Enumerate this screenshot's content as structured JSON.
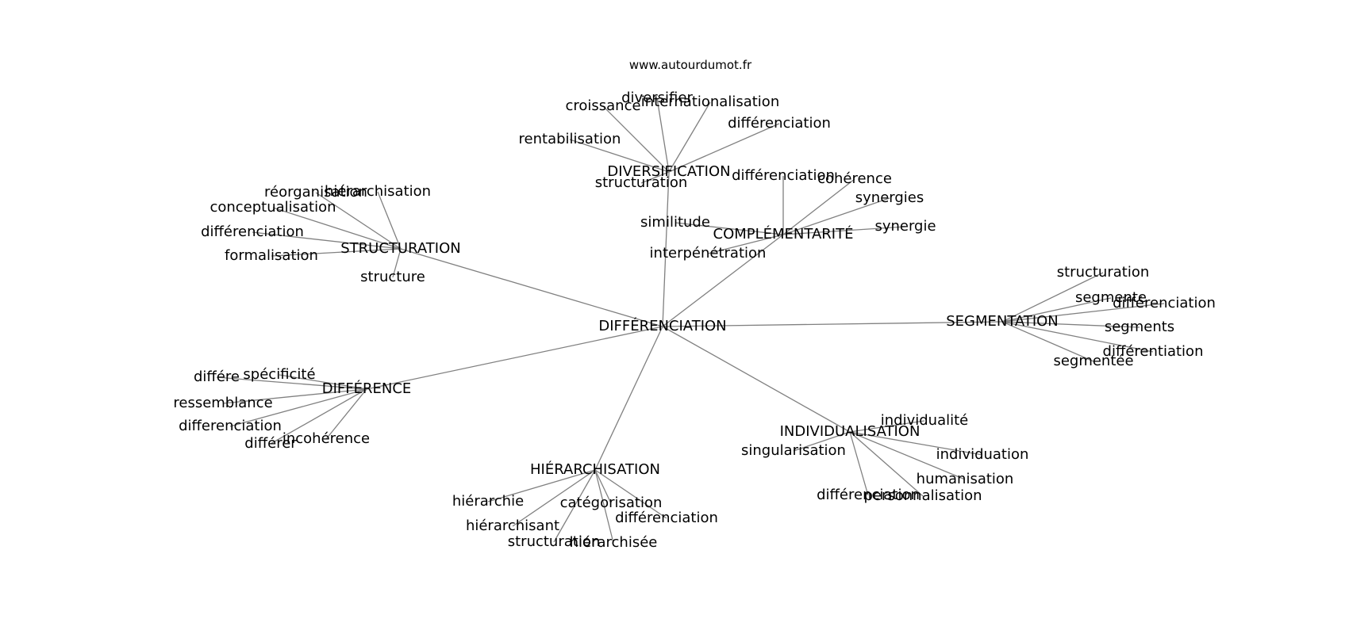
{
  "title": "www.autourdumot.fr",
  "center": "DIFFÉRENCIATION",
  "hubs": [
    {
      "id": "diversification",
      "label": "DIVERSIFICATION",
      "leaves": [
        "croissance",
        "diversifier",
        "internationalisation",
        "différenciation",
        "rentabilisation",
        "structuration"
      ]
    },
    {
      "id": "complementarite",
      "label": "COMPLÉMENTARITÉ",
      "leaves": [
        "différenciation",
        "cohérence",
        "synergies",
        "synergie",
        "similitude",
        "interpénétration"
      ]
    },
    {
      "id": "structuration",
      "label": "STRUCTURATION",
      "leaves": [
        "réorganisation",
        "hiérarchisation",
        "conceptualisation",
        "différenciation",
        "formalisation",
        "structure"
      ]
    },
    {
      "id": "segmentation",
      "label": "SEGMENTATION",
      "leaves": [
        "structuration",
        "segmente",
        "différenciation",
        "segments",
        "différentiation",
        "segmentée"
      ]
    },
    {
      "id": "difference",
      "label": "DIFFÉRENCE",
      "leaves": [
        "différe",
        "spécificité",
        "ressemblance",
        "differenciation",
        "différer",
        "incohérence"
      ]
    },
    {
      "id": "individualisation",
      "label": "INDIVIDUALISATION",
      "leaves": [
        "individualité",
        "singularisation",
        "individuation",
        "humanisation",
        "différenciation",
        "personnalisation"
      ]
    },
    {
      "id": "hierarchisation",
      "label": "HIÉRARCHISATION",
      "leaves": [
        "hiérarchie",
        "catégorisation",
        "hiérarchisant",
        "différenciation",
        "structuration",
        "hiérarchisée"
      ]
    }
  ]
}
